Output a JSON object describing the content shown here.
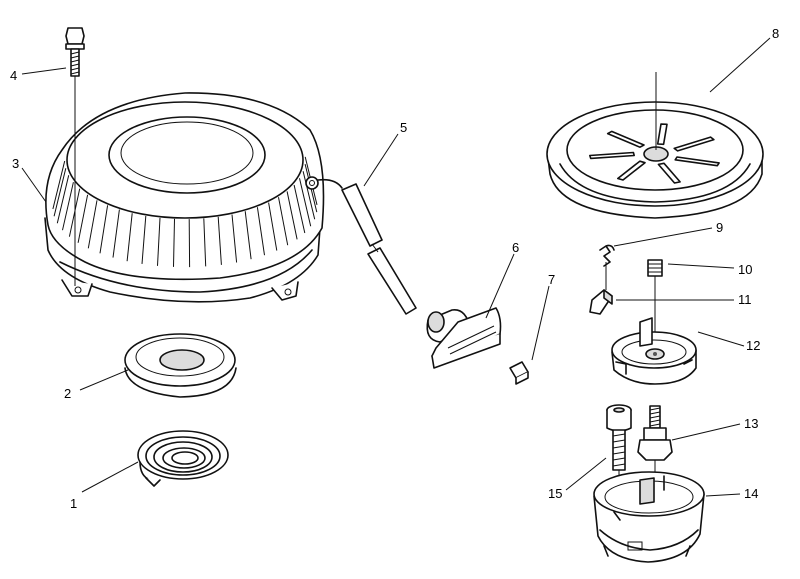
{
  "callouts": [
    {
      "id": "1",
      "label": "1"
    },
    {
      "id": "2",
      "label": "2"
    },
    {
      "id": "3",
      "label": "3"
    },
    {
      "id": "4",
      "label": "4"
    },
    {
      "id": "5",
      "label": "5"
    },
    {
      "id": "6",
      "label": "6"
    },
    {
      "id": "7",
      "label": "7"
    },
    {
      "id": "8",
      "label": "8"
    },
    {
      "id": "9",
      "label": "9"
    },
    {
      "id": "10",
      "label": "10"
    },
    {
      "id": "11",
      "label": "11"
    },
    {
      "id": "12",
      "label": "12"
    },
    {
      "id": "13",
      "label": "13"
    },
    {
      "id": "14",
      "label": "14"
    },
    {
      "id": "15",
      "label": "15"
    }
  ],
  "colors": {
    "line": "#111111",
    "background": "#ffffff"
  }
}
